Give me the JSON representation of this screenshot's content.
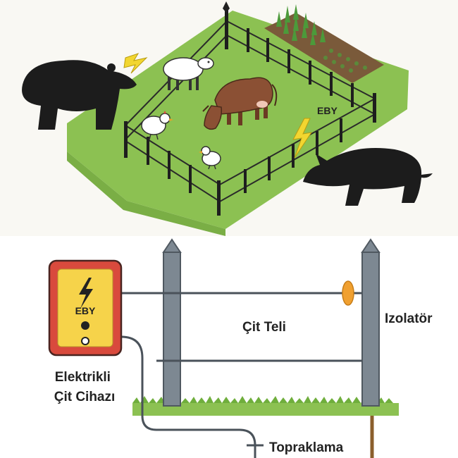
{
  "scene": {
    "fence_brand": "EBY",
    "animals": {
      "inside": [
        "sheep",
        "cow",
        "chicken",
        "chicken"
      ],
      "outside": [
        "bear",
        "wild-boar"
      ]
    }
  },
  "diagram": {
    "device_brand": "EBY",
    "labels": {
      "device": "Elektrikli\nÇit Cihazı",
      "wire": "Çit Teli",
      "insulator": "Izolatör",
      "ground": "Topraklama"
    }
  },
  "colors": {
    "grass": "#8cc152",
    "device_frame": "#d94a3d",
    "device_face": "#f6d34a",
    "insulator": "#f0a030",
    "post": "#7d8892",
    "wire": "#4a525a",
    "lightning": "#f2d630"
  }
}
